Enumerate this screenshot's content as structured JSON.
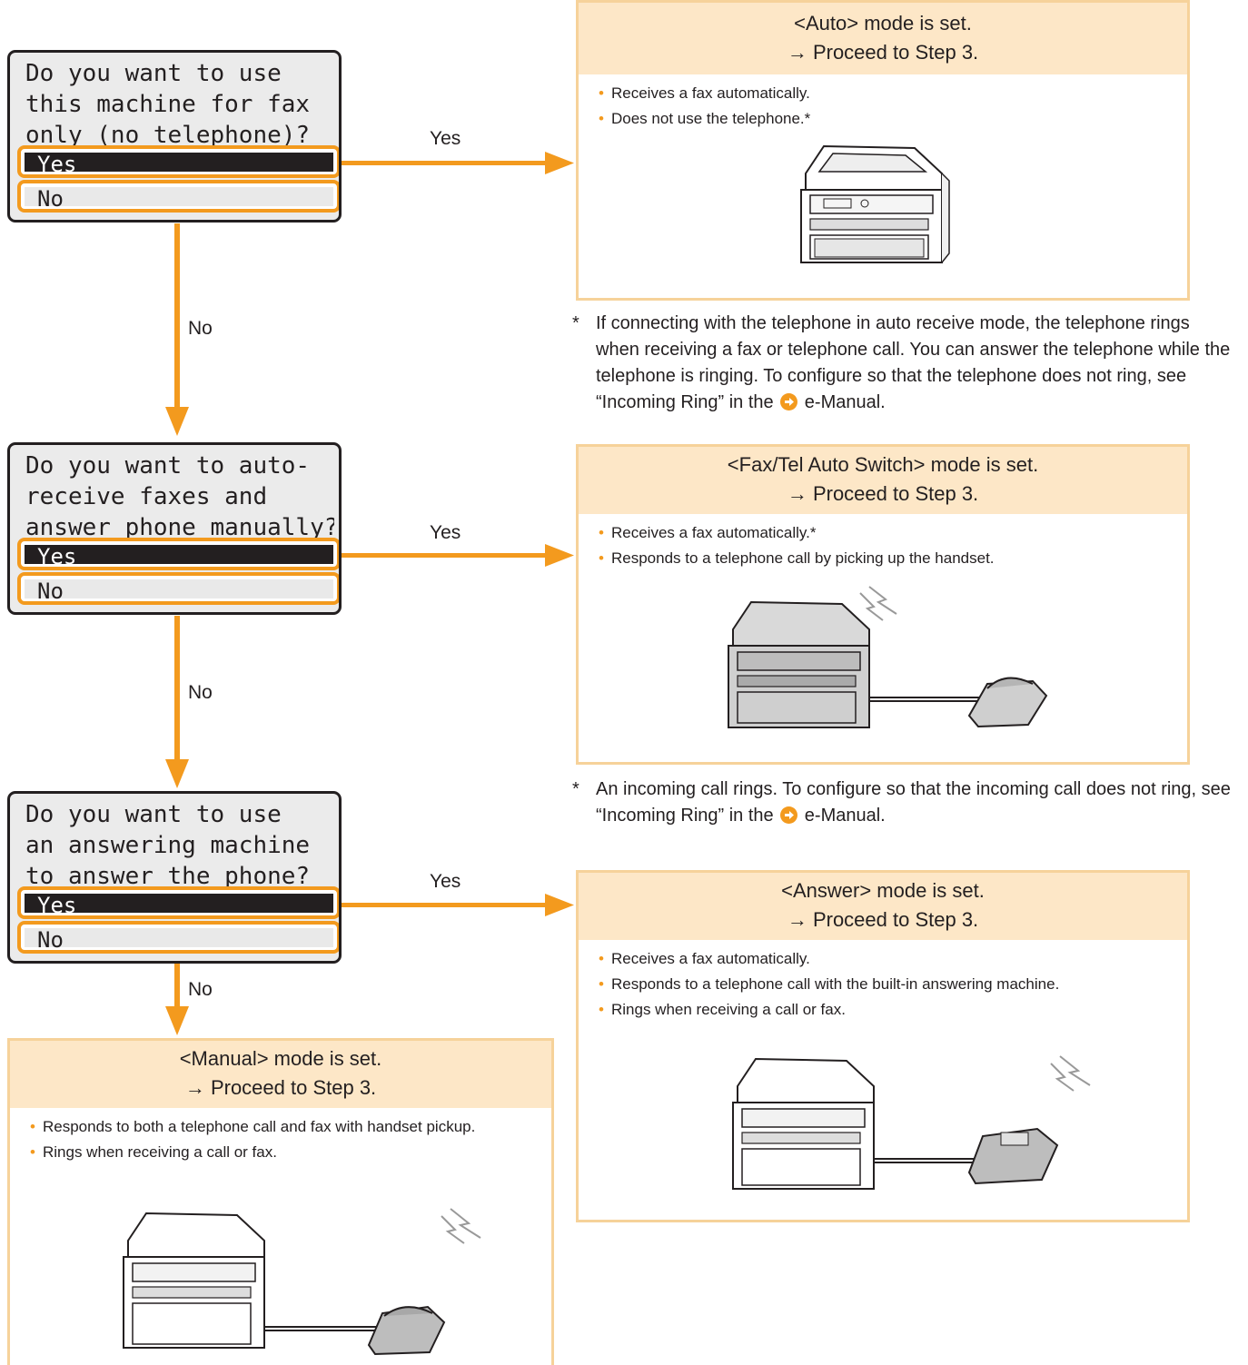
{
  "questions": [
    {
      "text": "Do you want to use\nthis machine for fax\nonly (no telephone)?",
      "yes": "Yes",
      "no": "No"
    },
    {
      "text": "Do you want to auto-\nreceive faxes and\nanswer phone manually?",
      "yes": "Yes",
      "no": "No"
    },
    {
      "text": "Do you want to use\nan answering machine\nto answer the phone?",
      "yes": "Yes",
      "no": "No"
    }
  ],
  "arrow_labels": {
    "yes": "Yes",
    "no": "No"
  },
  "results": {
    "auto": {
      "title": "<Auto> mode is set.",
      "step": "→ Proceed to Step 3.",
      "bullets": [
        "Receives a fax automatically.",
        "Does not use the telephone.*"
      ]
    },
    "fax_tel": {
      "title": "<Fax/Tel Auto Switch> mode is set.",
      "step": "→ Proceed to Step 3.",
      "bullets": [
        "Receives a fax automatically.*",
        "Responds to a telephone call by picking up the handset."
      ]
    },
    "answer": {
      "title": "<Answer> mode is set.",
      "step": "→ Proceed to Step 3.",
      "bullets": [
        "Receives a fax automatically.",
        "Responds to a telephone call with the built-in answering machine.",
        "Rings when receiving a call or fax."
      ]
    },
    "manual": {
      "title": "<Manual> mode is set.",
      "step": "→ Proceed to Step 3.",
      "bullets": [
        "Responds to both a telephone call and fax with handset pickup.",
        "Rings when receiving a call or fax."
      ]
    }
  },
  "notes": {
    "auto": {
      "star": "*",
      "text": "If connecting with the telephone in auto receive mode, the telephone rings when receiving a fax or telephone call. You can answer the telephone while the telephone is ringing. To configure so that the telephone does not ring, see “Incoming Ring” in the",
      "tail": "e-Manual."
    },
    "fax_tel": {
      "star": "*",
      "text": "An incoming call rings. To configure so that the incoming call does not ring, see “Incoming Ring” in the",
      "tail": "e-Manual."
    }
  },
  "colors": {
    "accent": "#f39a1e",
    "header_fill": "#fde7c7",
    "box_border": "#f6d29a",
    "lcd_fill": "#ebebeb"
  }
}
